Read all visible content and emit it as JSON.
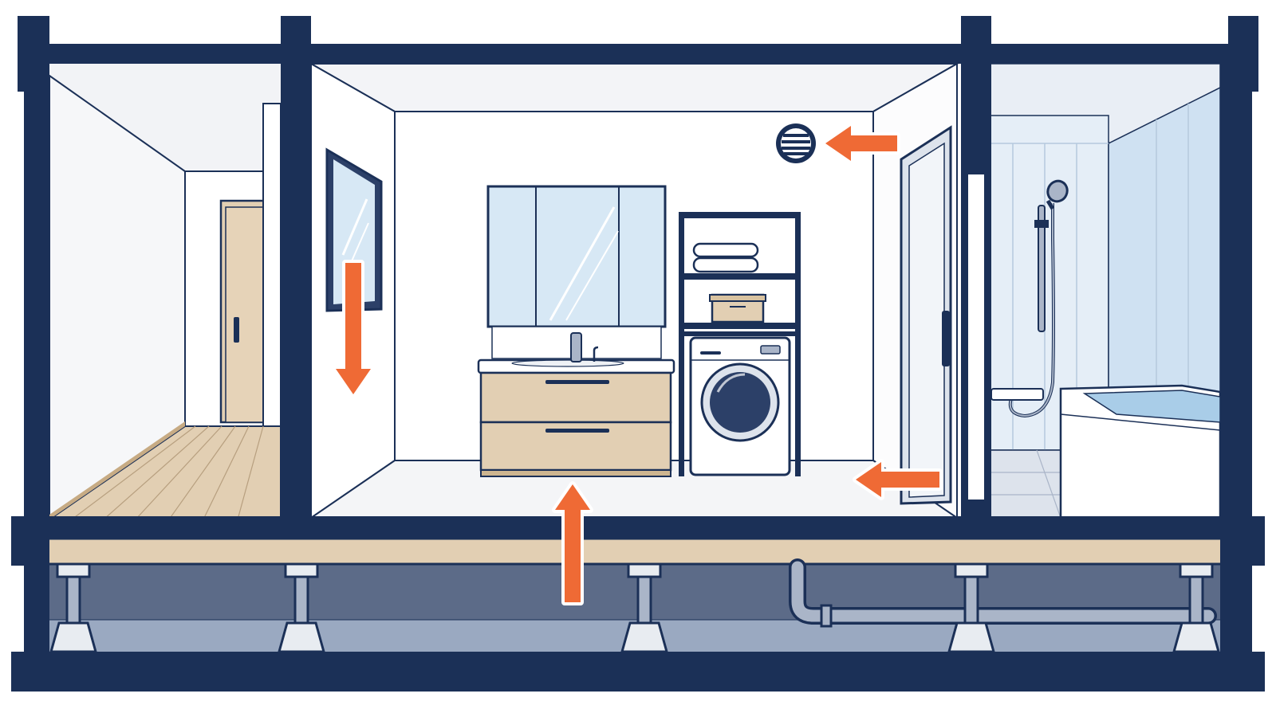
{
  "diagram": {
    "type": "cross-section",
    "rooms": [
      "hallway",
      "washroom",
      "bathroom"
    ],
    "airflow_arrows": [
      {
        "id": "window-downdraft",
        "direction": "down"
      },
      {
        "id": "vent-intake",
        "direction": "left"
      },
      {
        "id": "door-gap-inflow",
        "direction": "left"
      },
      {
        "id": "underfloor-rise",
        "direction": "up"
      }
    ]
  },
  "colors": {
    "frame": "#1b3057",
    "arrow": "#ef6a35",
    "wood": "#e2cfb3",
    "wall": "#ffffff",
    "glass": "#d7e8f5",
    "crawlspace": "#5c6b88",
    "crawl_floor": "#9aa9c1",
    "tile": "#dde3ec"
  },
  "icons": [
    "vent-grille-icon",
    "shower-head-icon",
    "faucet-icon",
    "washing-machine-icon"
  ]
}
